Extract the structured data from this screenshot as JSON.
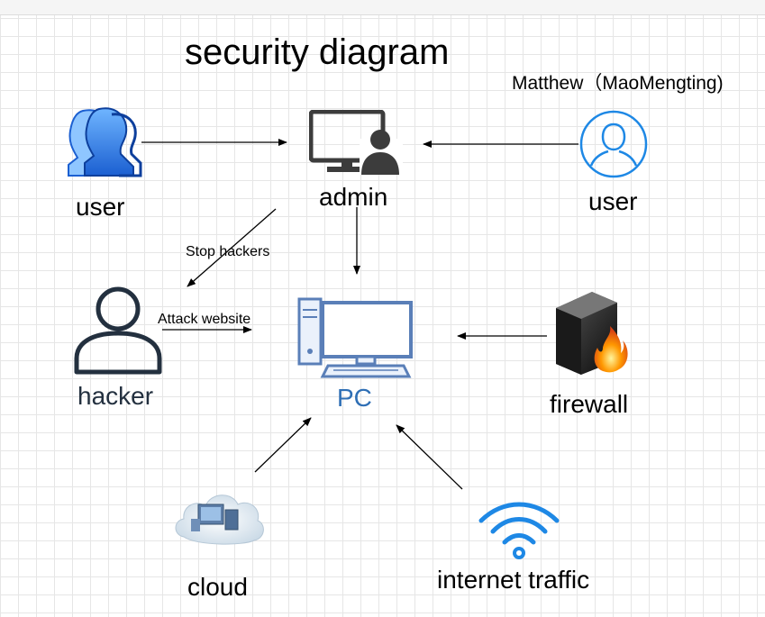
{
  "diagram": {
    "title": "security diagram",
    "author": "Matthew（MaoMengting)",
    "nodes": {
      "user_left": {
        "label": "user",
        "icon": "users-group-icon"
      },
      "admin": {
        "label": "admin",
        "icon": "admin-monitor-icon"
      },
      "user_right": {
        "label": "user",
        "icon": "user-circle-icon"
      },
      "hacker": {
        "label": "hacker",
        "icon": "person-outline-icon"
      },
      "pc": {
        "label": "PC",
        "icon": "desktop-computer-icon"
      },
      "firewall": {
        "label": "firewall",
        "icon": "firewall-icon"
      },
      "cloud": {
        "label": "cloud",
        "icon": "cloud-icon"
      },
      "internet": {
        "label": "internet traffic",
        "icon": "wifi-icon"
      }
    },
    "edges": [
      {
        "from": "user_left",
        "to": "admin",
        "label": ""
      },
      {
        "from": "user_right",
        "to": "admin",
        "label": ""
      },
      {
        "from": "admin",
        "to": "hacker",
        "label": "Stop hackers"
      },
      {
        "from": "admin",
        "to": "pc",
        "label": ""
      },
      {
        "from": "hacker",
        "to": "pc",
        "label": "Attack website"
      },
      {
        "from": "firewall",
        "to": "pc",
        "label": ""
      },
      {
        "from": "cloud",
        "to": "pc",
        "label": ""
      },
      {
        "from": "internet",
        "to": "pc",
        "label": ""
      }
    ],
    "colors": {
      "pc_label": "#2f6fb5",
      "icon_blue": "#1e88e5",
      "grid": "#e6e6e6"
    }
  }
}
